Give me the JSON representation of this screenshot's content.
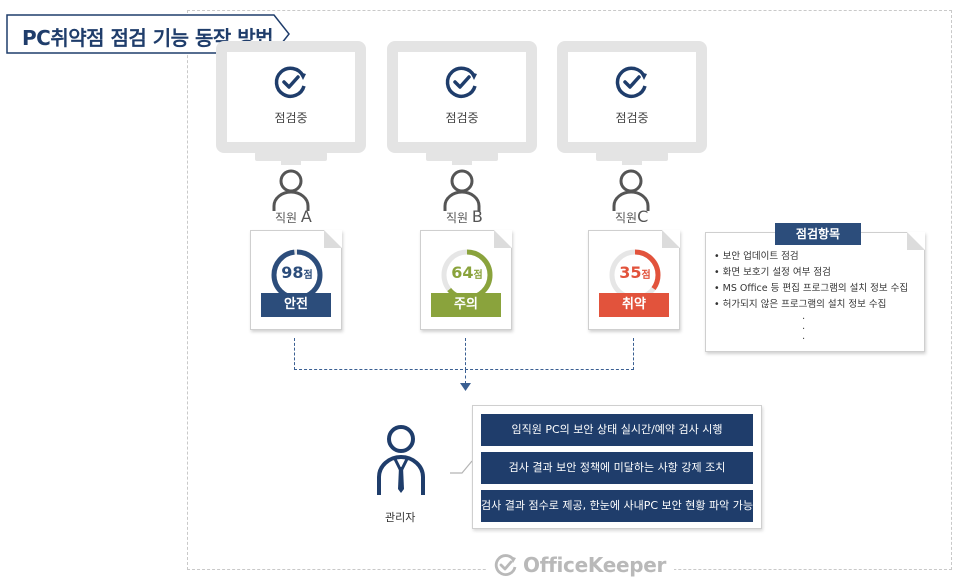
{
  "title": "PC취약점 점검 기능 동작 방법",
  "monitors": [
    {
      "label": "점검중"
    },
    {
      "label": "점검중"
    },
    {
      "label": "점검중"
    }
  ],
  "employees": [
    {
      "label": "직원",
      "letter": "A",
      "score": "98",
      "unit": "점",
      "status": "안전",
      "percent": 98,
      "color": "#2c4d7b"
    },
    {
      "label": "직원",
      "letter": "B",
      "score": "64",
      "unit": "점",
      "status": "주의",
      "percent": 64,
      "color": "#8aa33c"
    },
    {
      "label": "직원",
      "letter": "C",
      "score": "35",
      "unit": "점",
      "status": "취약",
      "percent": 35,
      "color": "#e2533c"
    }
  ],
  "inspection_items": {
    "title": "점검항목",
    "items": [
      "• 보안 업데이트 점검",
      "• 화면 보호기 설정 여부 점검",
      "• MS Office 등 편집 프로그램의 설치 정보 수집",
      "• 허가되지 않은 프로그램의 설치 정보 수집"
    ],
    "dots": "·"
  },
  "admin": {
    "label": "관리자",
    "actions": [
      "임직원 PC의 보안 상태 실시간/예약 검사 시행",
      "검사 결과 보안 정책에 미달하는 사항 강제 조치",
      "검사 결과 점수로 제공, 한눈에 사내PC 보안 현황 파악 가능"
    ]
  },
  "logo": "OfficeKeeper",
  "colors": {
    "navy": "#1f3d6b",
    "gauge_track": "#e6e6e6",
    "monitor": "#e4e4e4",
    "person": "#555555"
  }
}
